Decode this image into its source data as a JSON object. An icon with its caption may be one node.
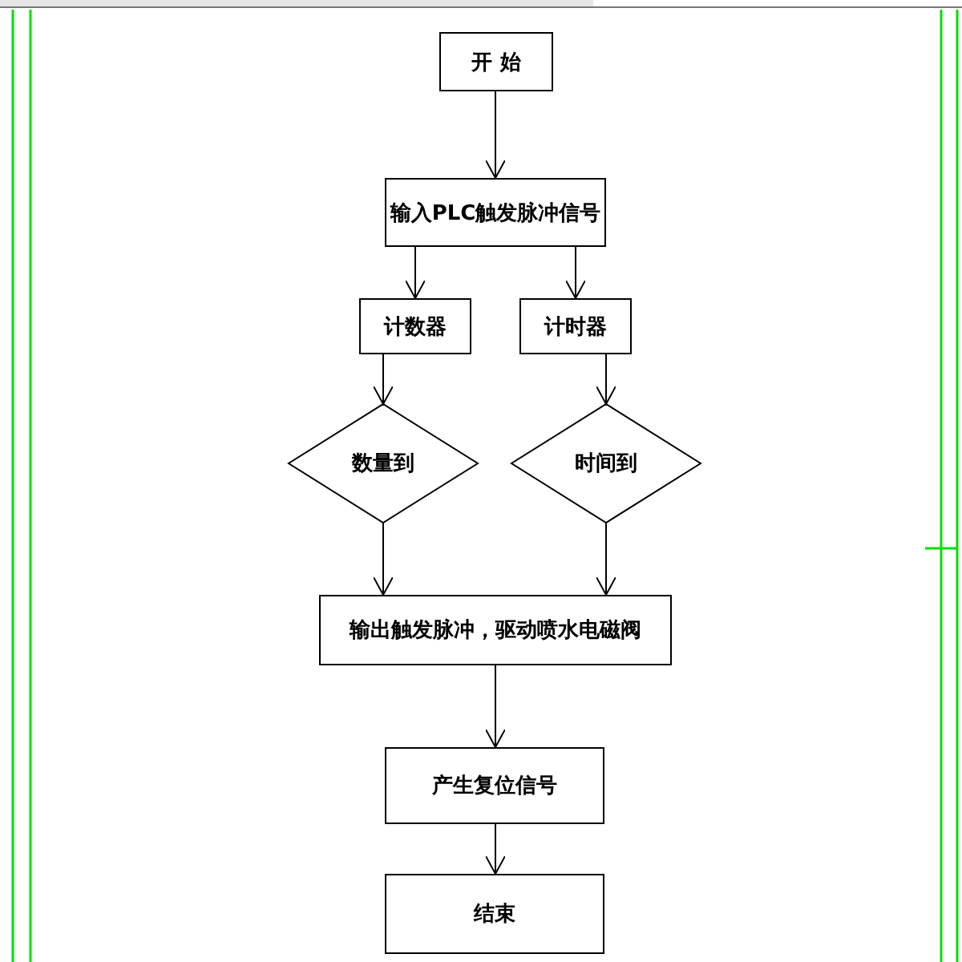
{
  "diagram": {
    "nodes": [
      {
        "text": [
          "开 始"
        ]
      },
      {
        "text": [
          "输入PLC触发脉冲信号"
        ]
      },
      {
        "text": [
          "计数器"
        ]
      },
      {
        "text": [
          "计时器"
        ]
      },
      {
        "text": [
          "数量到"
        ]
      },
      {
        "text": [
          "时间到"
        ]
      },
      {
        "text": [
          "输出触发脉冲，驱动喷水电磁阀"
        ]
      },
      {
        "text": [
          "产生复位信号"
        ]
      },
      {
        "text": [
          "结束"
        ]
      }
    ],
    "edges": [
      {
        "from": 0,
        "to": 1,
        "arrow": "to"
      },
      {
        "from": 1,
        "to": 2,
        "arrow": "to"
      },
      {
        "from": 1,
        "to": 3,
        "arrow": "to"
      },
      {
        "from": 2,
        "to": 4,
        "arrow": "to"
      },
      {
        "from": 3,
        "to": 5,
        "arrow": "to"
      },
      {
        "from": 4,
        "to": 6,
        "arrow": "to"
      },
      {
        "from": 5,
        "to": 6,
        "arrow": "to"
      },
      {
        "from": 6,
        "to": 7,
        "arrow": "to"
      },
      {
        "from": 7,
        "to": 8,
        "arrow": "to"
      }
    ]
  }
}
